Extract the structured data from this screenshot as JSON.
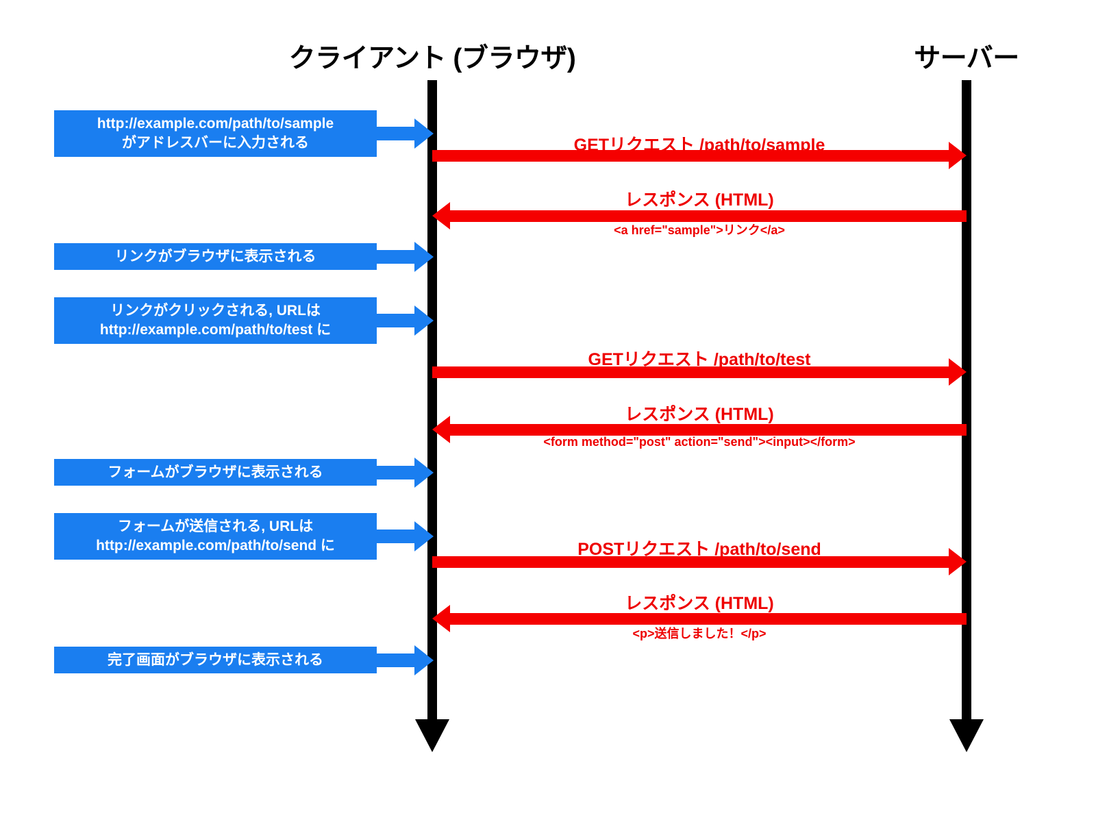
{
  "diagram": {
    "title_client": "クライアント (ブラウザ)",
    "title_server": "サーバー",
    "colors": {
      "note_fill": "#1a7ef0",
      "note_text": "#ffffff",
      "message": "#f50000",
      "lifeline": "#000000",
      "background": "#ffffff"
    }
  },
  "notes": [
    {
      "line1": "http://example.com/path/to/sample",
      "line2": "がアドレスバーに入力される"
    },
    {
      "line1": "リンクがブラウザに表示される",
      "line2": ""
    },
    {
      "line1": "リンクがクリックされる, URLは",
      "line2": "http://example.com/path/to/test に"
    },
    {
      "line1": "フォームがブラウザに表示される",
      "line2": ""
    },
    {
      "line1": "フォームが送信される, URLは",
      "line2": "http://example.com/path/to/send に"
    },
    {
      "line1": "完了画面がブラウザに表示される",
      "line2": ""
    }
  ],
  "messages": [
    {
      "label": "GETリクエスト /path/to/sample",
      "code": "",
      "direction": "right"
    },
    {
      "label": "レスポンス (HTML)",
      "code": "<a href=\"sample\">リンク</a>",
      "direction": "left"
    },
    {
      "label": "GETリクエスト /path/to/test",
      "code": "",
      "direction": "right"
    },
    {
      "label": "レスポンス (HTML)",
      "code": "<form method=\"post\" action=\"send\"><input></form>",
      "direction": "left"
    },
    {
      "label": "POSTリクエスト /path/to/send",
      "code": "",
      "direction": "right"
    },
    {
      "label": "レスポンス (HTML)",
      "code": "<p>送信しました！</p>",
      "direction": "left"
    }
  ]
}
